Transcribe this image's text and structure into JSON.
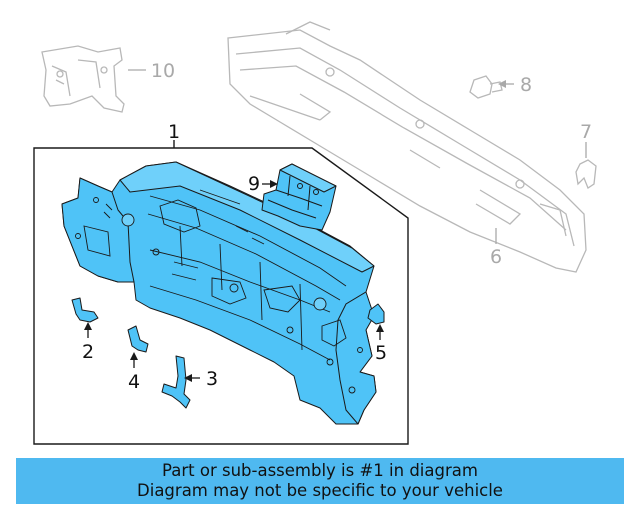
{
  "callouts": {
    "c1": "1",
    "c2": "2",
    "c3": "3",
    "c4": "4",
    "c5": "5",
    "c6": "6",
    "c7": "7",
    "c8": "8",
    "c9": "9",
    "c10": "10"
  },
  "banner": {
    "line1": "Part or sub-assembly is #1 in diagram",
    "line2": "Diagram may not be specific to your vehicle"
  },
  "colors": {
    "highlight_fill": "#4fc3f7",
    "outline": "#1a1a1a",
    "ghost_lines": "#b8b8b8",
    "banner": "#4fb9f0"
  }
}
